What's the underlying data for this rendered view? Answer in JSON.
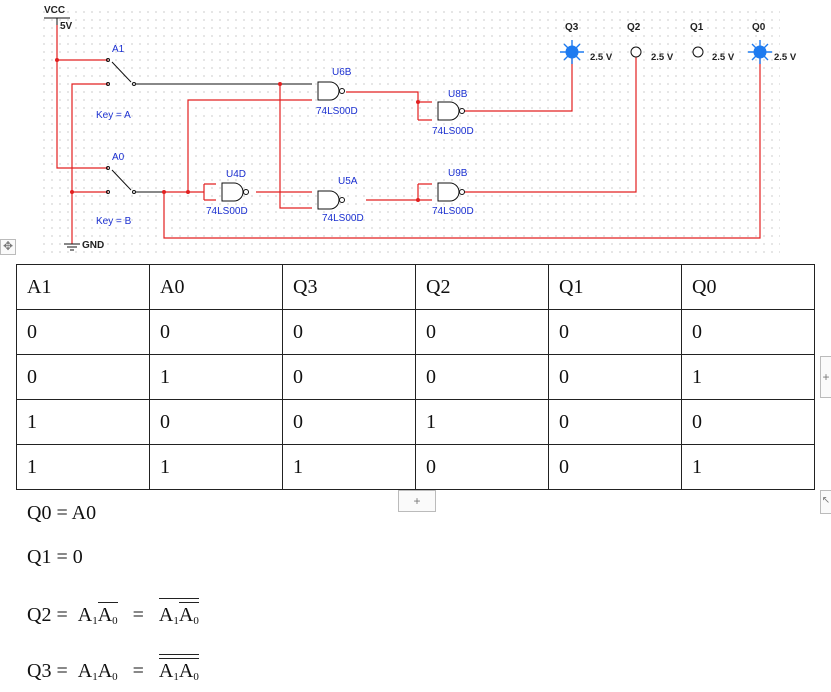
{
  "circuit": {
    "vcc": "VCC",
    "vcc_value": "5V",
    "gnd": "GND",
    "switches": [
      {
        "name": "A1",
        "key": "Key = A"
      },
      {
        "name": "A0",
        "key": "Key = B"
      }
    ],
    "gates": [
      {
        "ref": "U6B",
        "part": "74LS00D"
      },
      {
        "ref": "U8B",
        "part": "74LS00D"
      },
      {
        "ref": "U4D",
        "part": "74LS00D"
      },
      {
        "ref": "U5A",
        "part": "74LS00D"
      },
      {
        "ref": "U9B",
        "part": "74LS00D"
      }
    ],
    "probes": [
      {
        "name": "Q3",
        "voltage": "2.5 V",
        "lit": true
      },
      {
        "name": "Q2",
        "voltage": "2.5 V",
        "lit": false
      },
      {
        "name": "Q1",
        "voltage": "2.5 V",
        "lit": false
      },
      {
        "name": "Q0",
        "voltage": "2.5 V",
        "lit": true
      }
    ],
    "colors": {
      "wire": "#e22020",
      "probe_on": "#1e7bf0",
      "label": "#1a2fd0"
    }
  },
  "table": {
    "header": [
      "A1",
      "A0",
      "Q3",
      "Q2",
      "Q1",
      "Q0"
    ],
    "rows": [
      [
        "0",
        "0",
        "0",
        "0",
        "0",
        "0"
      ],
      [
        "0",
        "1",
        "0",
        "0",
        "0",
        "1"
      ],
      [
        "1",
        "0",
        "0",
        "1",
        "0",
        "0"
      ],
      [
        "1",
        "1",
        "1",
        "0",
        "0",
        "1"
      ]
    ]
  },
  "controls": {
    "add_row": "+",
    "add_column": "+",
    "move_handle": "move-icon",
    "resize_handle": "resize-icon"
  },
  "equations": {
    "q0": "Q0 = A0",
    "q1": "Q1 = 0",
    "q2_lhs": "Q2 =",
    "q3_lhs": "Q3 =",
    "eq": "=",
    "a": "A",
    "sub1": "1",
    "sub0": "0"
  }
}
